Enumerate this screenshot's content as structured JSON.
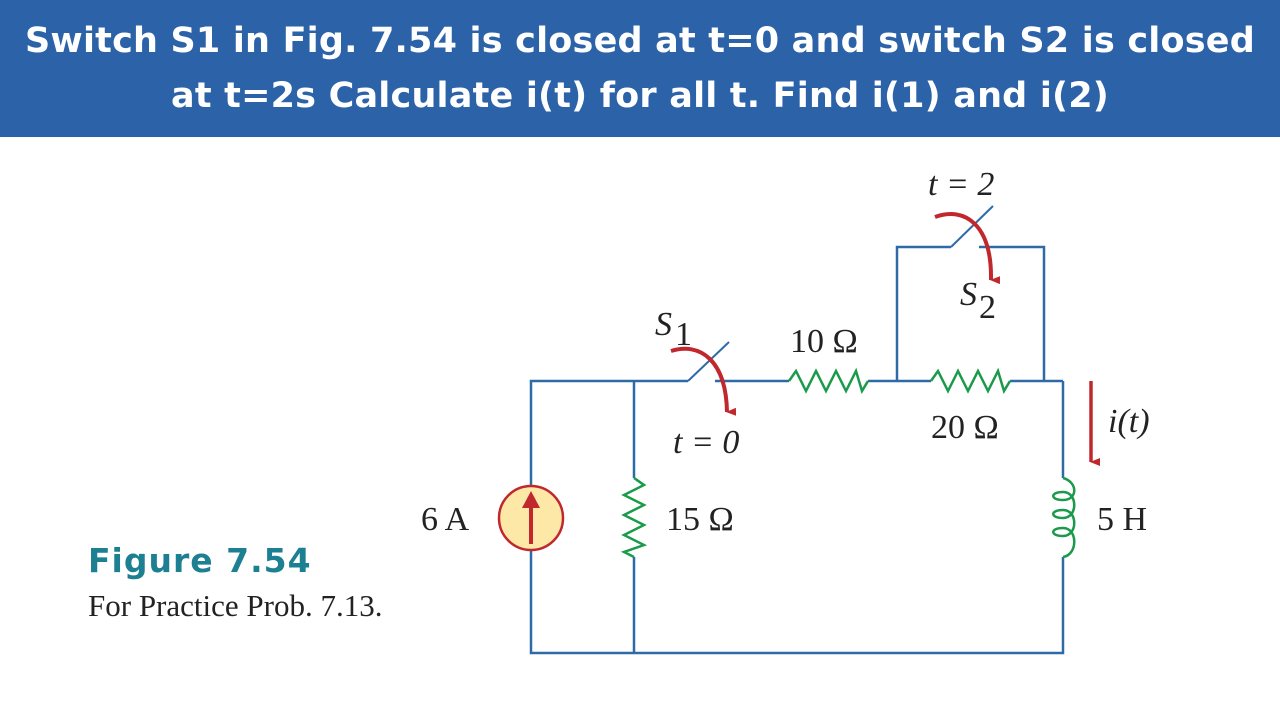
{
  "header": {
    "title": "Switch S1 in Fig. 7.54 is closed at t=0 and switch S2 is closed at t=2s Calculate i(t) for all t. Find i(1) and i(2)"
  },
  "figure": {
    "title": "Figure 7.54",
    "caption": "For Practice Prob. 7.13.",
    "labels": {
      "source": "6 A",
      "r15": "15 Ω",
      "r10": "10 Ω",
      "r20": "20 Ω",
      "inductor": "5 H",
      "s1": "S",
      "s1_sub": "1",
      "s1_time": "t = 0",
      "s2": "S",
      "s2_sub": "2",
      "s2_time": "t = 2",
      "current": "i(t)"
    }
  },
  "colors": {
    "banner": "#2c62a8",
    "wire": "#2e6aa8",
    "component": "#1a9a4a",
    "arrow": "#c0282e",
    "source_fill": "#fde8a8",
    "caption_title": "#1c7f92"
  }
}
